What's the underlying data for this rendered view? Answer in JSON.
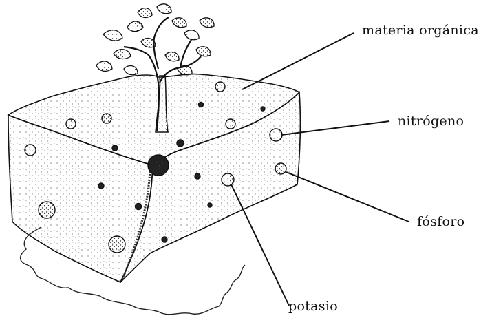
{
  "labels": {
    "materia_organica": "materia orgánica",
    "nitrogeno": "nitrógeno",
    "fosforo": "fósforo",
    "potasio": "potasio"
  },
  "colors": {
    "ink": "#111111",
    "background": "#ffffff"
  },
  "icons": [
    "soil-block-illustration",
    "tree-sapling-icon",
    "nutrient-nodule-icon"
  ]
}
